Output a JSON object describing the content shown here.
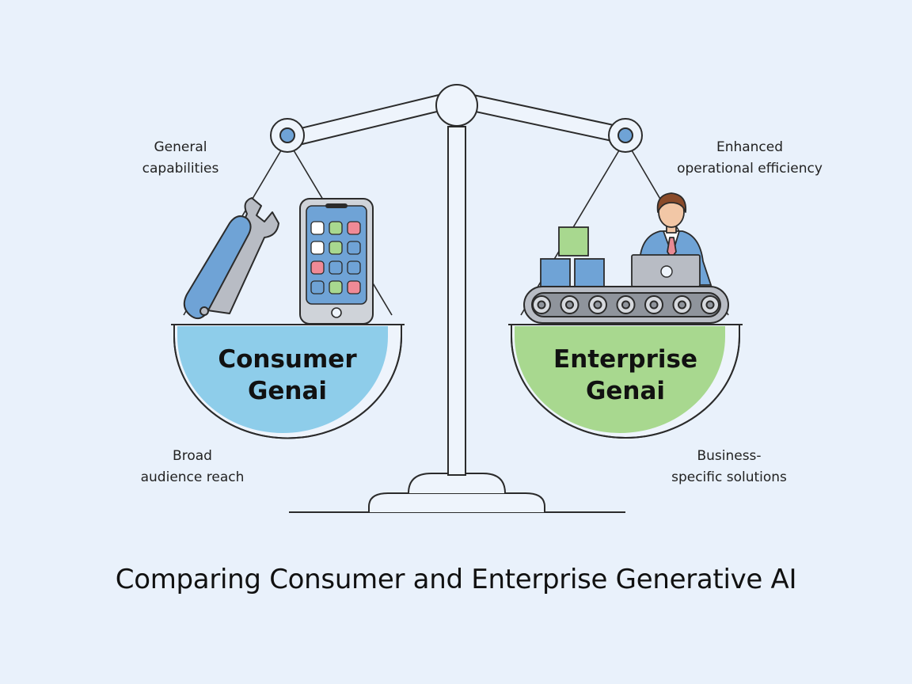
{
  "title": "Comparing Consumer and Enterprise Generative AI",
  "left_pan": {
    "title_line1": "Consumer",
    "title_line2": "Genai",
    "color": "#8ecdea",
    "top_label": [
      "General",
      "capabilities"
    ],
    "bottom_label": [
      "Broad",
      "audience reach"
    ]
  },
  "right_pan": {
    "title_line1": "Enterprise",
    "title_line2": "Genai",
    "color": "#a8d88f",
    "top_label": [
      "Enhanced",
      "operational efficiency"
    ],
    "bottom_label": [
      "Business-",
      "specific solutions"
    ]
  },
  "icons": {
    "left": [
      "multi-tool-icon",
      "smartphone-icon"
    ],
    "right": [
      "cube-stack-icon",
      "businessman-icon",
      "laptop-icon",
      "conveyor-belt-icon"
    ]
  },
  "colors": {
    "background": "#e9f1fb",
    "outline": "#2b2b2b",
    "blue_accent": "#6fa3d6",
    "green_accent": "#a8d88f"
  }
}
